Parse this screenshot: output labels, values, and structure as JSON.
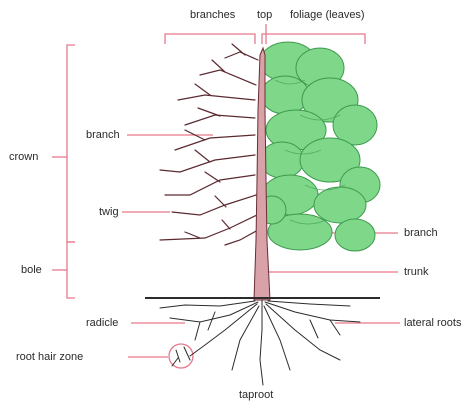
{
  "labels": {
    "branches": "branches",
    "top": "top",
    "foliage": "foliage (leaves)",
    "crown": "crown",
    "bole": "bole",
    "branch_left": "branch",
    "twig": "twig",
    "branch_right": "branch",
    "trunk": "trunk",
    "radicle": "radicle",
    "lateral_roots": "lateral roots",
    "root_hair_zone": "root hair zone",
    "taproot": "taproot"
  },
  "colors": {
    "pointer": "#e8798c",
    "trunk_fill": "#d9a2a8",
    "trunk_edge": "#6a2d34",
    "foliage": "#7fd889",
    "foliage_dark": "#3d9a4d",
    "ground": "#2b2b2b",
    "roots": "#2b2b2b"
  }
}
